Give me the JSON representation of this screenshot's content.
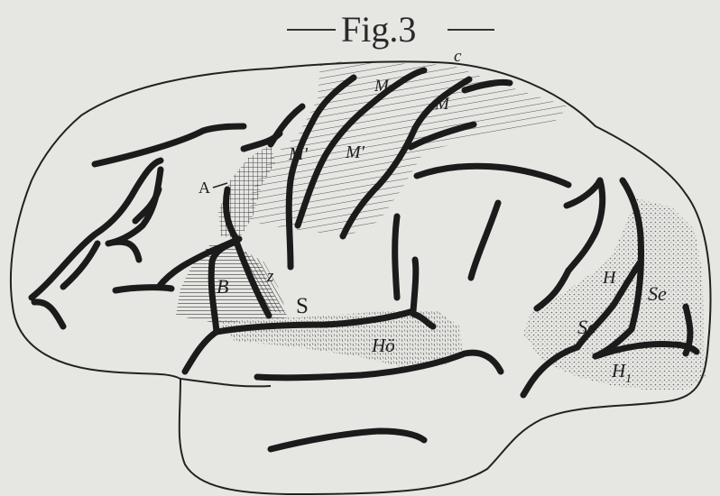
{
  "figure": {
    "title": "Fig.3",
    "labels": {
      "c": "c",
      "m_upper": "M",
      "m_lower": "M",
      "m_prime_left": "M'",
      "m_prime_right": "M'",
      "a": "A",
      "b": "B",
      "z": "z",
      "s": "S",
      "ho": "Hö",
      "h": "H",
      "se_upper": "Se",
      "se_lower": "Se",
      "h1": "H",
      "h1_sub": "1"
    }
  }
}
